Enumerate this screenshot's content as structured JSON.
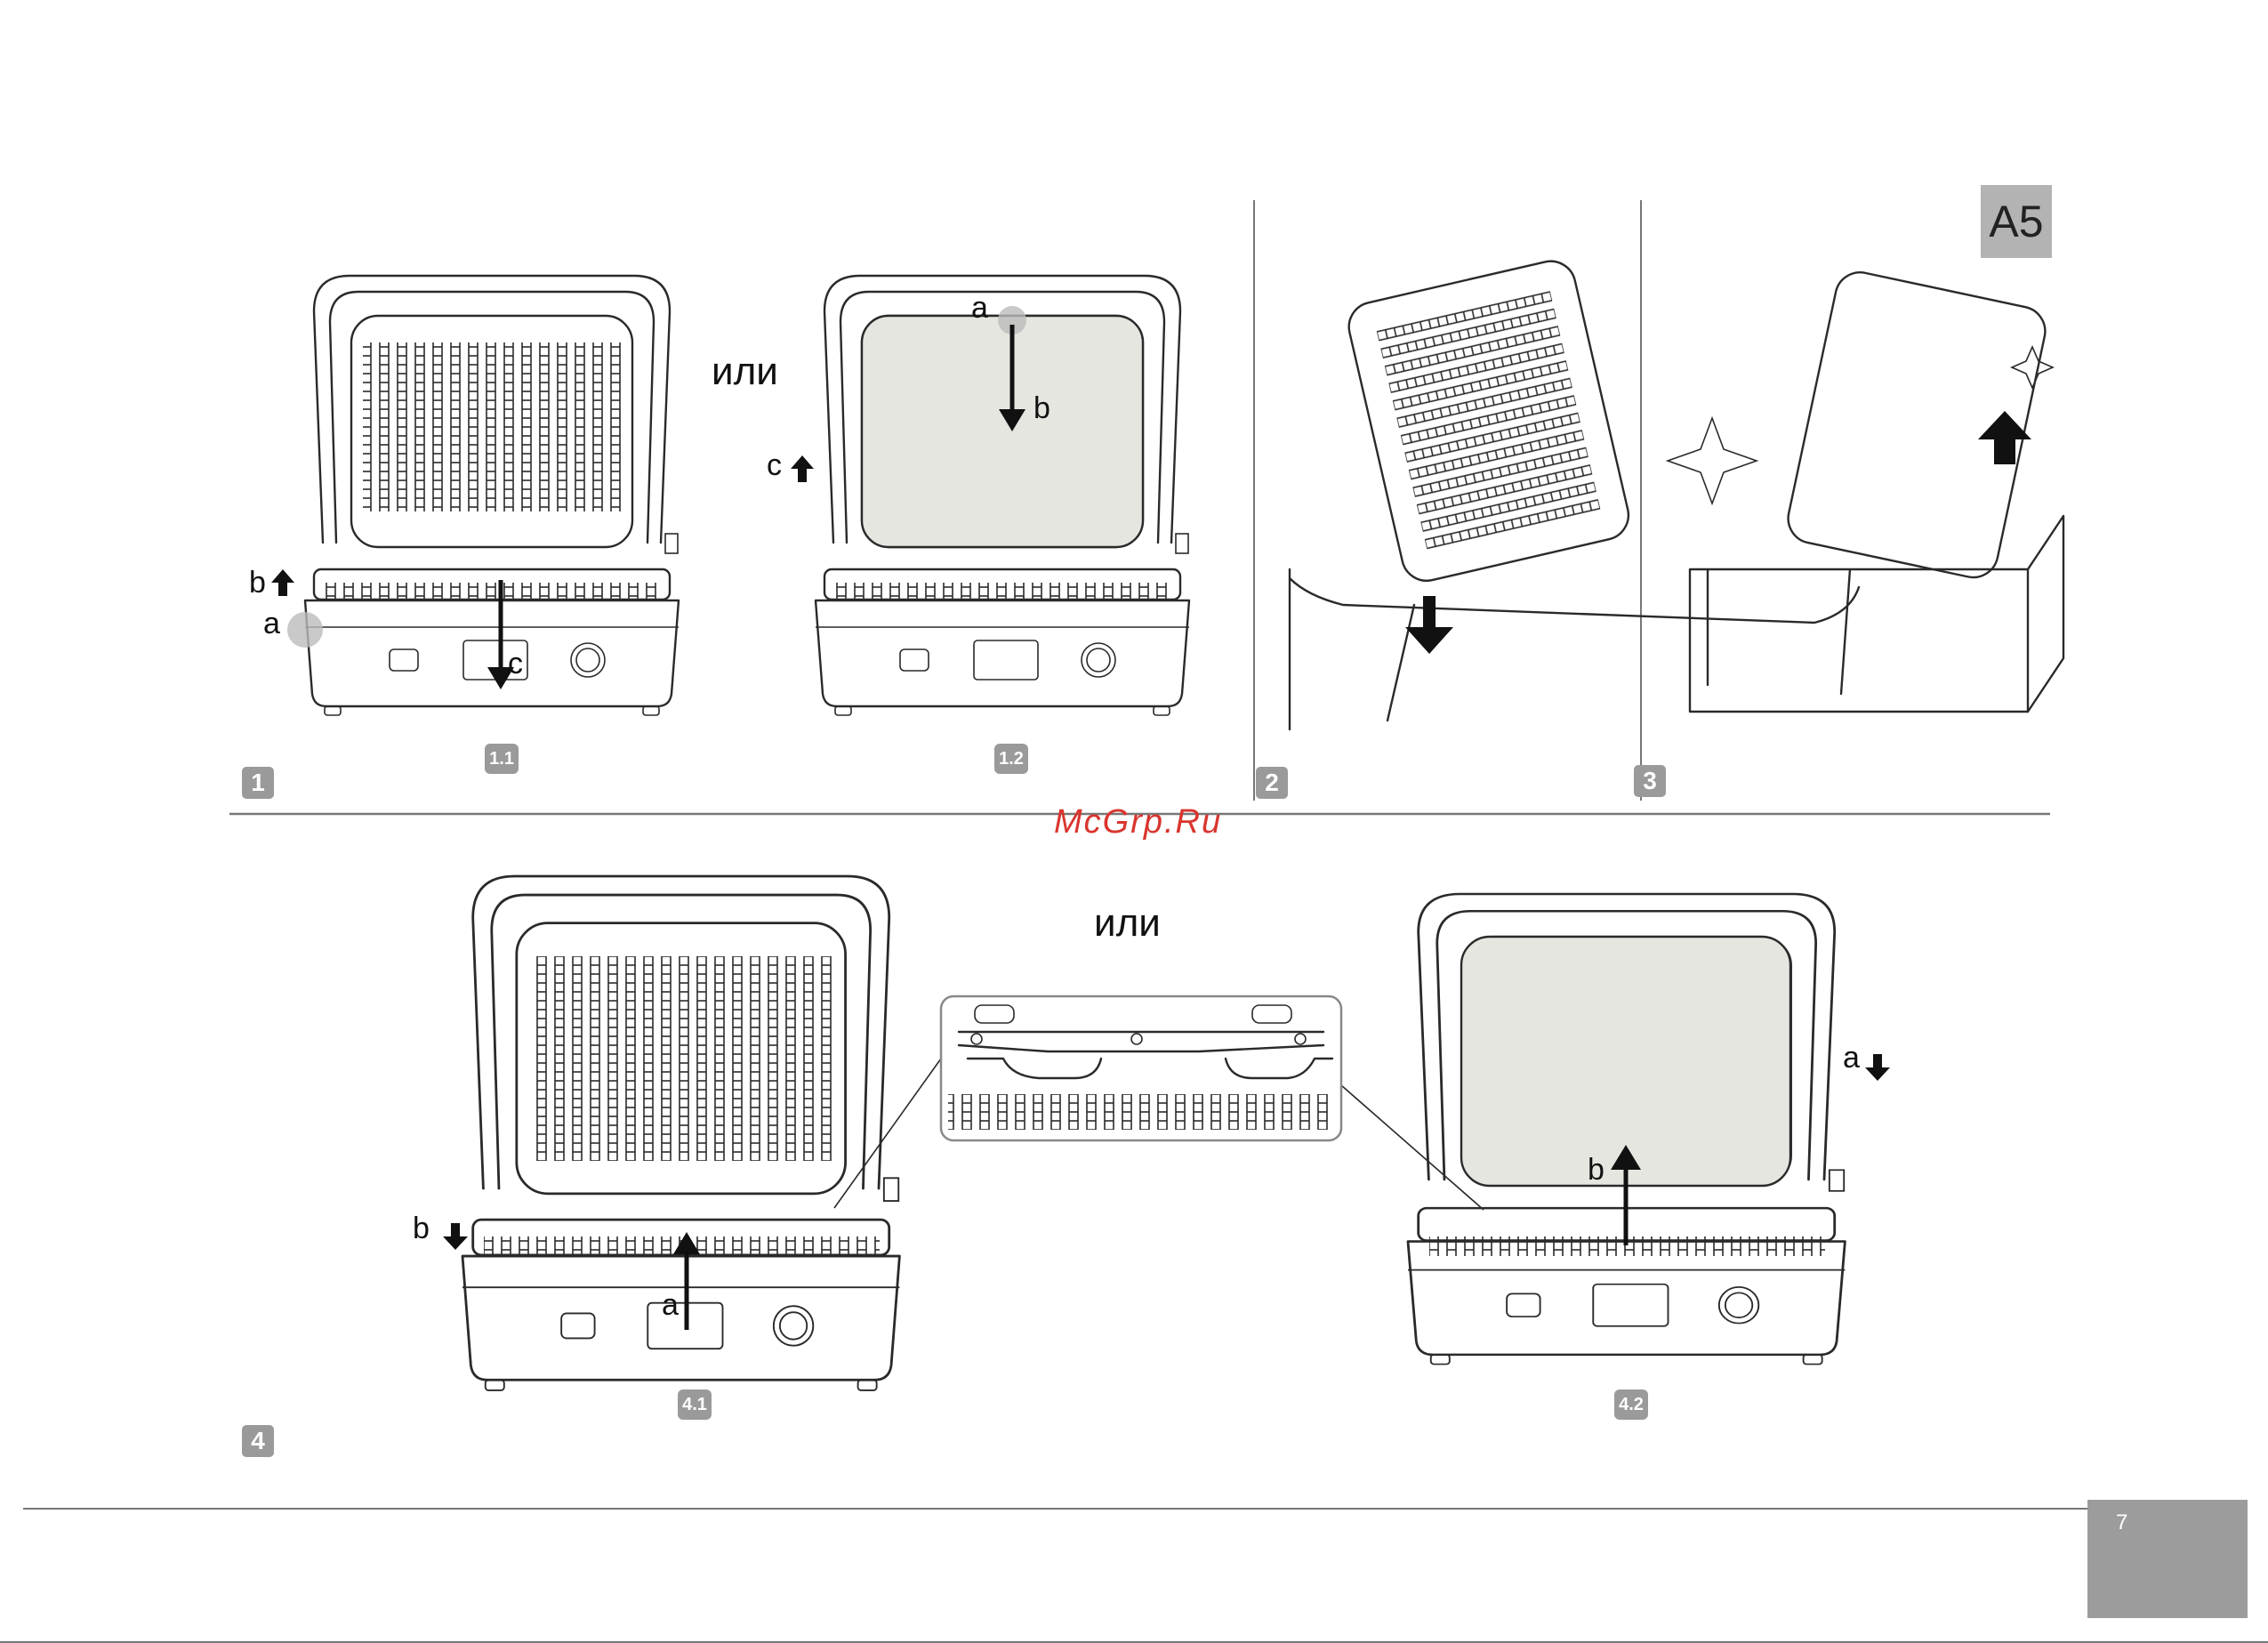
{
  "page": {
    "section_tag": "A5",
    "watermark": "McGrp.Ru",
    "page_number": "7"
  },
  "section_badges": [
    "1",
    "2",
    "3",
    "4"
  ],
  "step_badges": [
    "1.1",
    "1.2",
    "4.1",
    "4.2"
  ],
  "or_word": "или",
  "labels": {
    "fig_1_1": [
      "b",
      "a",
      "c"
    ],
    "fig_1_2": [
      "a",
      "b",
      "c"
    ],
    "fig_4_1": [
      "b",
      "a"
    ],
    "fig_4_2": [
      "a",
      "b"
    ]
  },
  "colors": {
    "plate_fill": "#e6e6e1",
    "badge": "#9a9a9a",
    "tag": "#b3b3b3",
    "watermark": "#d9352e"
  }
}
